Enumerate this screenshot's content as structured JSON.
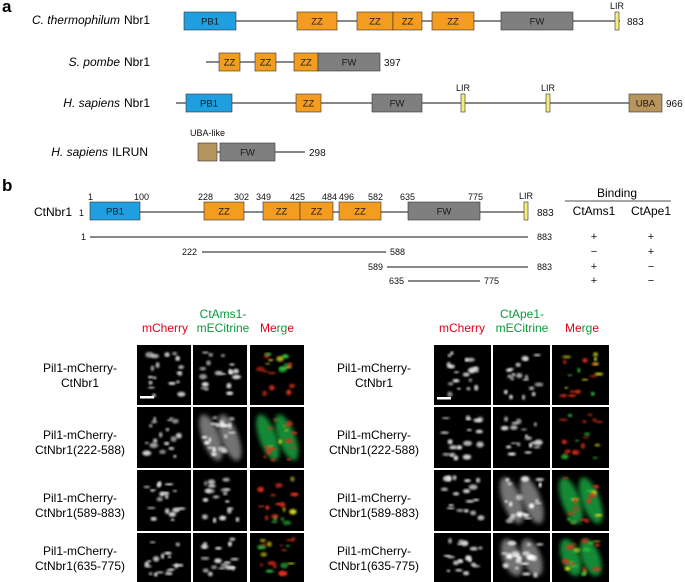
{
  "colors": {
    "pb1": "#1f9fe0",
    "zz": "#f39c1f",
    "fw": "#7f7f7f",
    "lir": "#f4ed7a",
    "uba": "#b8955c",
    "mcherry": "#e3001b",
    "mecitrine": "#0a9a3a"
  },
  "panel_a": {
    "letter": "a",
    "rows": [
      {
        "species": "C. thermophilum",
        "protein": "Nbr1",
        "end": "883",
        "lir": "LIR",
        "domains": [
          "PB1",
          "ZZ",
          "ZZ",
          "ZZ",
          "ZZ",
          "FW"
        ]
      },
      {
        "species": "S. pombe",
        "protein": "Nbr1",
        "end": "397",
        "domains": [
          "ZZ",
          "ZZ",
          "ZZ",
          "FW"
        ]
      },
      {
        "species": "H. sapiens",
        "protein": "Nbr1",
        "end": "966",
        "lir": "LIR",
        "lir2": "LIR",
        "domains": [
          "PB1",
          "ZZ",
          "FW",
          "UBA"
        ]
      },
      {
        "species": "H. sapiens",
        "protein": "ILRUN",
        "end": "298",
        "uba_like": "UBA-like",
        "domains": [
          "FW"
        ]
      }
    ]
  },
  "panel_b": {
    "letter": "b",
    "name": "CtNbr1",
    "start": "1",
    "end": "883",
    "lir": "LIR",
    "positions": [
      "1",
      "100",
      "228",
      "302",
      "349",
      "425",
      "484",
      "496",
      "582",
      "635",
      "775"
    ],
    "domains": [
      "PB1",
      "ZZ",
      "ZZ",
      "ZZ",
      "ZZ",
      "FW"
    ],
    "binding_header": "Binding",
    "binding_cols": [
      "CtAms1",
      "CtApe1"
    ],
    "fragments": [
      {
        "start": "1",
        "end": "883",
        "ams1": "+",
        "ape1": "+"
      },
      {
        "start": "222",
        "end": "588",
        "ams1": "−",
        "ape1": "+"
      },
      {
        "start": "589",
        "end": "883",
        "ams1": "+",
        "ape1": "−"
      },
      {
        "start": "635",
        "end": "775",
        "ams1": "+",
        "ape1": "−"
      }
    ]
  },
  "micrographs": {
    "row_labels": [
      [
        "Pil1-mCherry-",
        "CtNbr1"
      ],
      [
        "Pil1-mCherry-",
        "CtNbr1(222-588)"
      ],
      [
        "Pil1-mCherry-",
        "CtNbr1(589-883)"
      ],
      [
        "Pil1-mCherry-",
        "CtNbr1(635-775)"
      ]
    ],
    "left": {
      "col1": "mCherry",
      "col2_top": "CtAms1-",
      "col2_bottom": "mECitrine",
      "merge": [
        "M",
        "e",
        "r",
        "g",
        "e"
      ]
    },
    "right": {
      "col1": "mCherry",
      "col2_top": "CtApe1-",
      "col2_bottom": "mECitrine",
      "merge": [
        "M",
        "e",
        "r",
        "g",
        "e"
      ]
    }
  }
}
